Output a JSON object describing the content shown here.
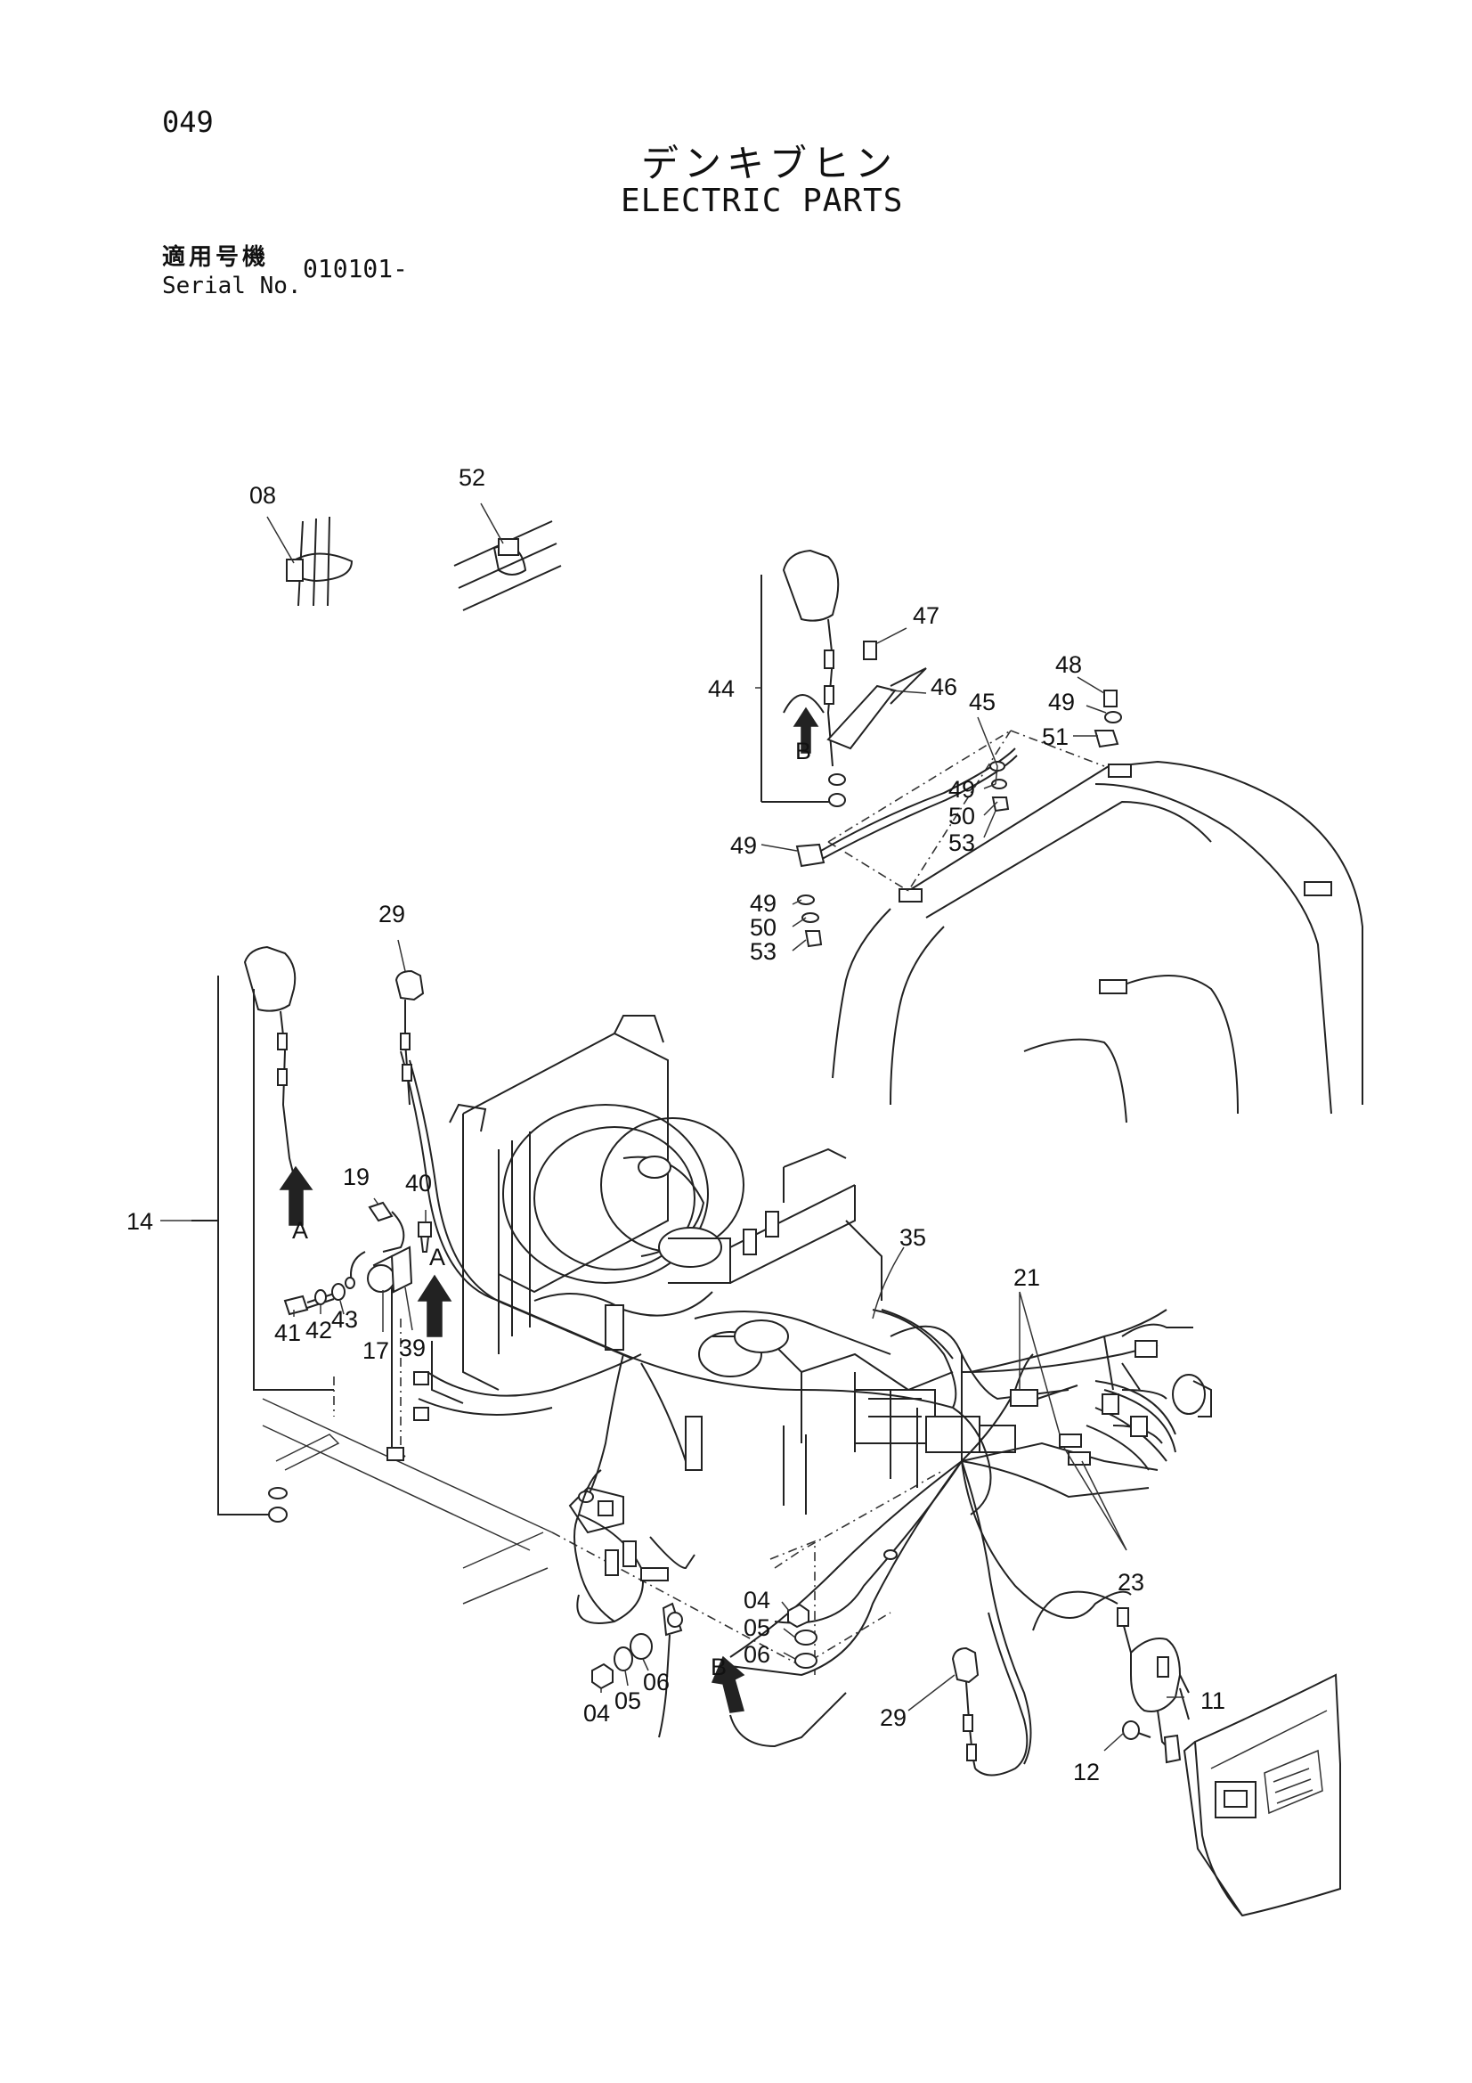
{
  "header": {
    "page_number": "049",
    "title_jp": "デンキブヒン",
    "title_en": "ELECTRIC PARTS",
    "serial_label_jp": "適用号機",
    "serial_label_en": "Serial No.",
    "serial_value": "010101-"
  },
  "callouts": {
    "c08": "08",
    "c52": "52",
    "c47": "47",
    "c44": "44",
    "c46": "46",
    "c45": "45",
    "c48": "48",
    "c49a": "49",
    "c51": "51",
    "c49b": "49",
    "c50a": "50",
    "c53a": "53",
    "c49c": "49",
    "c49d": "49",
    "c50b": "50",
    "c53b": "53",
    "c29a": "29",
    "c14": "14",
    "c19": "19",
    "c40": "40",
    "c41": "41",
    "c42": "42",
    "c43": "43",
    "c17": "17",
    "c39": "39",
    "c35": "35",
    "c21": "21",
    "c23": "23",
    "c04a": "04",
    "c05a": "05",
    "c06a": "06",
    "c04b": "04",
    "c05b": "05",
    "c06b": "06",
    "c29b": "29",
    "c11": "11",
    "c12": "12"
  },
  "view_markers": {
    "a1": "A",
    "a2": "A",
    "b1": "B",
    "b2": "B"
  }
}
